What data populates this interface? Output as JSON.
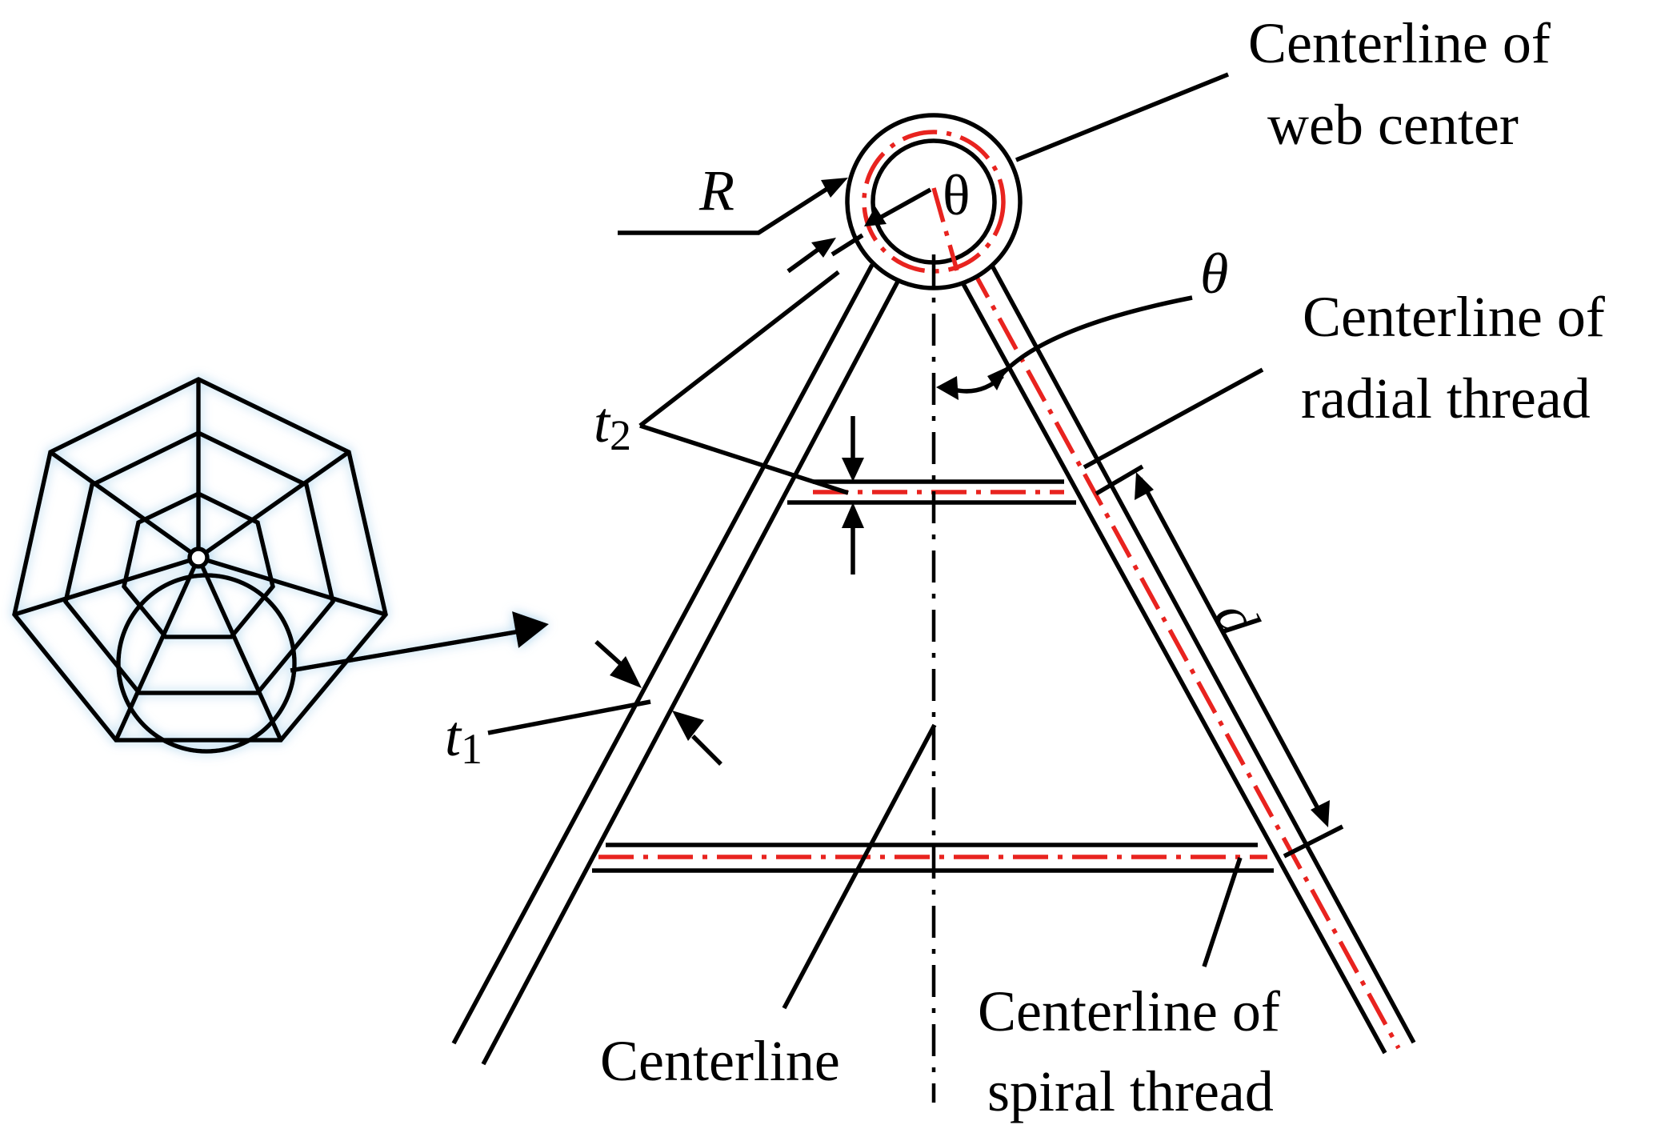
{
  "labels": {
    "web_center_line1": "Centerline of",
    "web_center_line2": "web center",
    "radial_line1": "Centerline of",
    "radial_line2": "radial thread",
    "spiral_line1": "Centerline of",
    "spiral_line2": "spiral thread",
    "centerline": "Centerline",
    "R": "R",
    "theta_top": "θ",
    "theta_side": "θ",
    "t1_base": "t",
    "t1_sub": "1",
    "t2_base": "t",
    "t2_sub": "2",
    "d": "d"
  },
  "colors": {
    "line": "#000000",
    "centerline_accent": "#e8231f",
    "glow": "#9ccbe8"
  }
}
